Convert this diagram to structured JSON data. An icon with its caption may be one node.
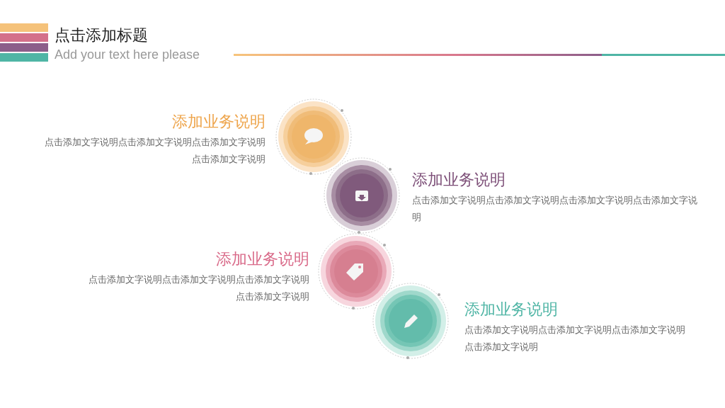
{
  "diagram": {
    "title": "点击添加标题",
    "labels": [
      "Add your text here please",
      "添加业务说明",
      "点击添加文字说明点击添加文字说明点击添加文字说明点击添加文字说明",
      "添加业务说明",
      "点击添加文字说明点击添加文字说明点击添加文字说明点击添加文字说明",
      "添加业务说明",
      "点击添加文字说明点击添加文字说明点击添加文字说明点击添加文字说明",
      "添加业务说明",
      "点击添加文字说明点击添加文字说明点击添加文字说明点击添加文字说明"
    ]
  }
}
